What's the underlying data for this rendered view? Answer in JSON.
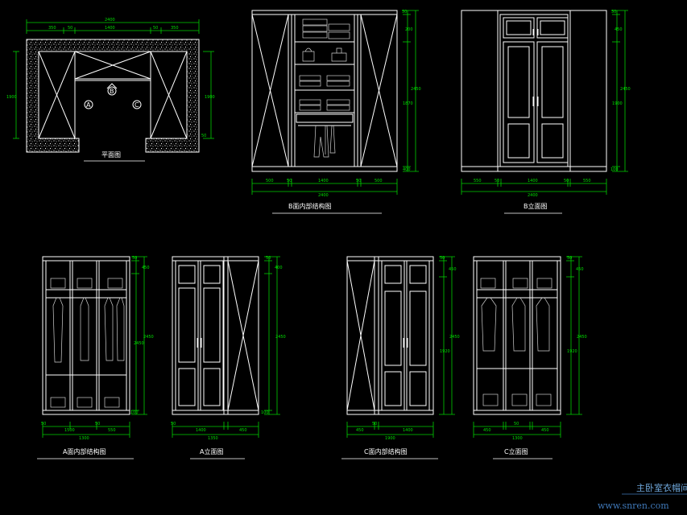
{
  "drawing": {
    "plan": {
      "title": "平面图",
      "markers": [
        "A",
        "B",
        "C"
      ],
      "dims_top": [
        "2400",
        "350",
        "50",
        "1400",
        "50",
        "350"
      ],
      "dims_left": [
        "1900"
      ],
      "dims_right": [
        "1900",
        "50"
      ]
    },
    "b_section": {
      "title": "B面内部结构图",
      "dims_bottom": [
        "500",
        "50",
        "1400",
        "50",
        "500"
      ],
      "dims_total": "2400",
      "dims_right": [
        "50",
        "200",
        "2450",
        "1870",
        "400"
      ]
    },
    "b_elevation": {
      "title": "B立面图",
      "dims_bottom": [
        "550",
        "50",
        "1400",
        "50",
        "550"
      ],
      "dims_total": "2400",
      "dims_right": [
        "50",
        "450",
        "2450",
        "1900",
        "100"
      ]
    },
    "a_section": {
      "title": "A面内部结构图",
      "dims_bottom": [
        "50",
        "1500",
        "50",
        "550"
      ],
      "dims_total": "1300",
      "dims_right": [
        "50",
        "450",
        "2450",
        "2450",
        "100"
      ]
    },
    "a_elevation": {
      "title": "A立面图",
      "dims_bottom": [
        "50",
        "1400",
        "450"
      ],
      "dims_total": "1350",
      "dims_right": [
        "50",
        "400",
        "2450",
        "100"
      ]
    },
    "c_section": {
      "title": "C面内部结构图",
      "dims_bottom": [
        "450",
        "50",
        "1400"
      ],
      "dims_total": "1900",
      "dims_right": [
        "50",
        "450",
        "2450",
        "1920"
      ]
    },
    "c_elevation": {
      "title": "C立面图",
      "dims_bottom": [
        "450",
        "50",
        "450"
      ],
      "dims_total": "1300",
      "dims_right": [
        "50",
        "450",
        "2450",
        "1920"
      ]
    }
  },
  "watermark": {
    "caption": "主卧室衣帽间",
    "site": "www.snren.com"
  },
  "colors": {
    "background": "#000000",
    "lines": "#ffffff",
    "dimensions": "#00d000",
    "watermark": "#6fa8dc"
  }
}
